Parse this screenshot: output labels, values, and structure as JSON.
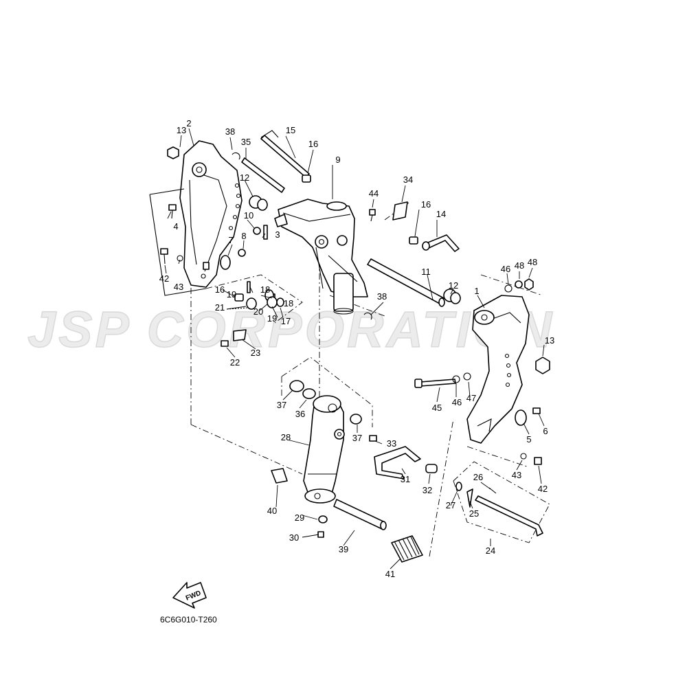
{
  "watermark": "JSP CORPORATION",
  "fwd_label": "FWD",
  "diagram_code": "6C6G010-T260",
  "callouts": [
    {
      "n": "1"
    },
    {
      "n": "2"
    },
    {
      "n": "3"
    },
    {
      "n": "4"
    },
    {
      "n": "5"
    },
    {
      "n": "6"
    },
    {
      "n": "7"
    },
    {
      "n": "8"
    },
    {
      "n": "9"
    },
    {
      "n": "10"
    },
    {
      "n": "11"
    },
    {
      "n": "12"
    },
    {
      "n": "12"
    },
    {
      "n": "13"
    },
    {
      "n": "13"
    },
    {
      "n": "14"
    },
    {
      "n": "15"
    },
    {
      "n": "16"
    },
    {
      "n": "16"
    },
    {
      "n": "16"
    },
    {
      "n": "17"
    },
    {
      "n": "18"
    },
    {
      "n": "18"
    },
    {
      "n": "19"
    },
    {
      "n": "19"
    },
    {
      "n": "20"
    },
    {
      "n": "21"
    },
    {
      "n": "22"
    },
    {
      "n": "23"
    },
    {
      "n": "24"
    },
    {
      "n": "25"
    },
    {
      "n": "26"
    },
    {
      "n": "27"
    },
    {
      "n": "28"
    },
    {
      "n": "29"
    },
    {
      "n": "30"
    },
    {
      "n": "31"
    },
    {
      "n": "32"
    },
    {
      "n": "33"
    },
    {
      "n": "34"
    },
    {
      "n": "35"
    },
    {
      "n": "36"
    },
    {
      "n": "37"
    },
    {
      "n": "37"
    },
    {
      "n": "38"
    },
    {
      "n": "38"
    },
    {
      "n": "39"
    },
    {
      "n": "40"
    },
    {
      "n": "41"
    },
    {
      "n": "42"
    },
    {
      "n": "42"
    },
    {
      "n": "43"
    },
    {
      "n": "43"
    },
    {
      "n": "44"
    },
    {
      "n": "45"
    },
    {
      "n": "46"
    },
    {
      "n": "46"
    },
    {
      "n": "47"
    },
    {
      "n": "48"
    },
    {
      "n": "48"
    }
  ]
}
